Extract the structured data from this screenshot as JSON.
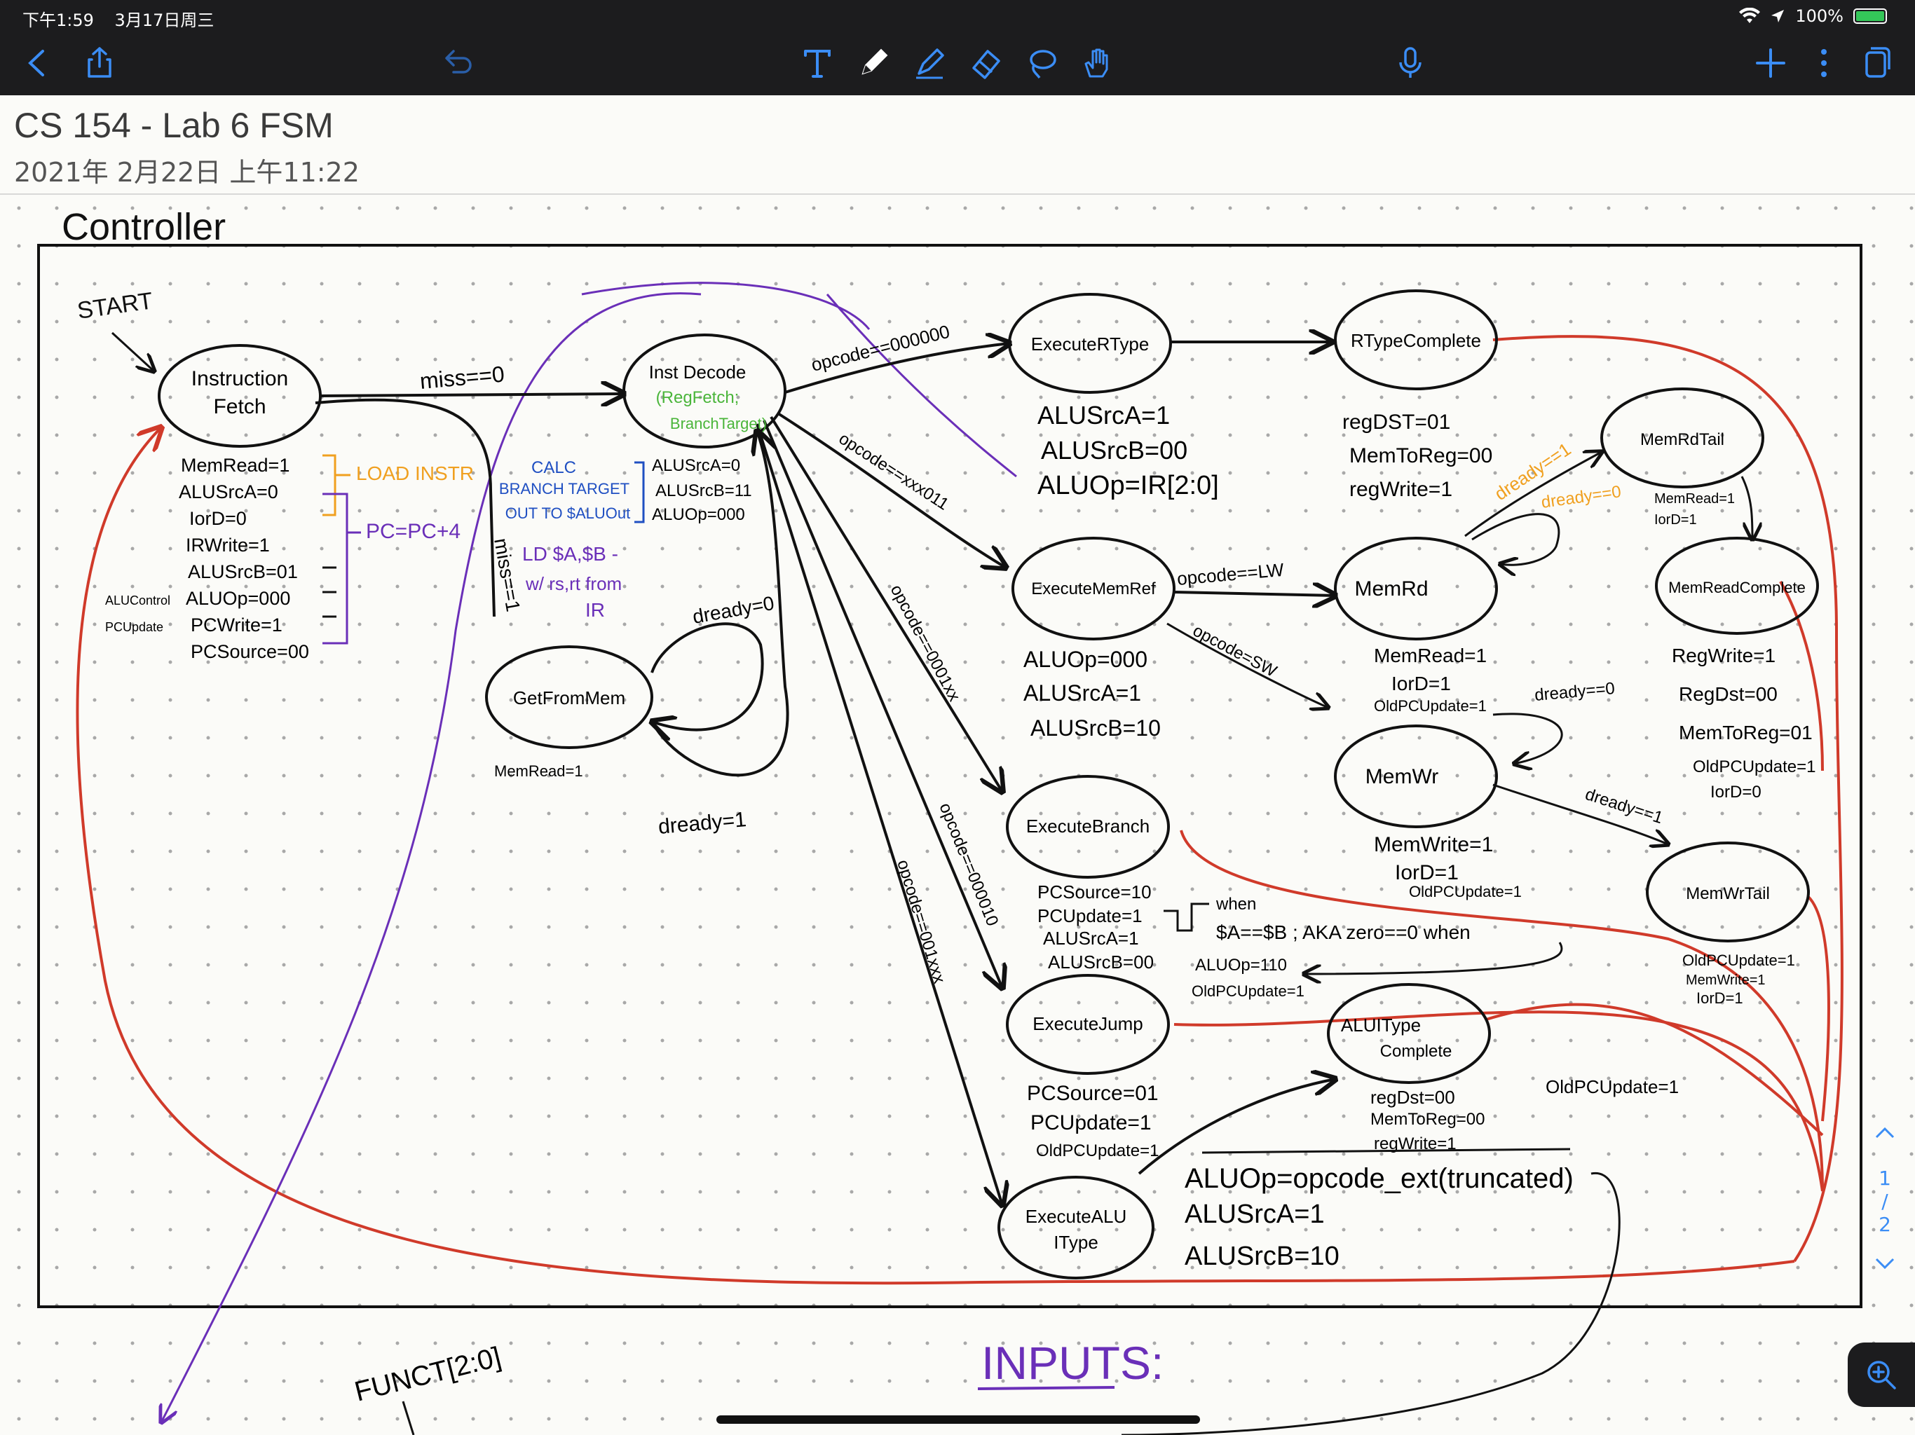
{
  "status": {
    "time": "下午1:59",
    "date": "3月17日周三",
    "battery": "100%"
  },
  "toolbar": {
    "icons": [
      "chevron-left-icon",
      "share-icon",
      "undo-icon",
      "text-tool-icon",
      "pen-icon",
      "highlighter-icon",
      "eraser-icon",
      "lasso-icon",
      "hand-icon",
      "microphone-icon",
      "plus-icon",
      "more-icon",
      "pages-icon"
    ]
  },
  "document": {
    "title": "CS 154 - Lab 6 FSM",
    "date": "2021年 2月22日 上午11:22"
  },
  "colors": {
    "ink": "#111111",
    "purple": "#6a2fb8",
    "orange": "#f0a020",
    "blue": "#1f4fc2",
    "green": "#4ab53a",
    "red": "#d03a2a",
    "accent": "#3b8df5"
  },
  "notes": {
    "heading": "Controller",
    "start": "START",
    "inputs": "INPUTS:",
    "funct": "FUNCT[2:0]",
    "states": {
      "instruction_fetch": [
        "Instruction",
        "Fetch"
      ],
      "inst_decode": "Inst Decode",
      "inst_decode_sub": [
        "(RegFetch;",
        "BranchTarget)"
      ],
      "get_from_mem": "GetFromMem",
      "execute_rtype": "ExecuteRType",
      "rtype_complete": "RTypeComplete",
      "execute_memref": "ExecuteMemRef",
      "mem_rd": "MemRd",
      "mem_rd_tail": "MemRdTail",
      "mem_read_complete": "MemReadComplete",
      "mem_wr": "MemWr",
      "mem_wr_tail": "MemWrTail",
      "execute_branch": "ExecuteBranch",
      "execute_jump": "ExecuteJump",
      "alu_itype_complete": [
        "ALUIType",
        "Complete"
      ],
      "execute_alu_itype": [
        "ExecuteALU",
        "IType"
      ]
    },
    "transitions": {
      "miss_0": "miss==0",
      "miss_1": "miss==1",
      "opcode_rtype": "opcode==000000",
      "opcode_memref": "opcode==xxx011",
      "opcode_branch": "opcode==0001xx",
      "opcode_jump": "opcode==000010",
      "opcode_alui": "opcode==001xxx",
      "dready0_getmem": "dready=0",
      "dready1_getmem": "dready=1",
      "opcode_lw": "opcode==LW",
      "opcode_sw": "opcode=SW",
      "dready1_memrd": "dready==1",
      "dready0_memrd": "dready==0",
      "dready0_memwr": "dready==0",
      "dready1_memwr": "dready==1"
    },
    "fetch_signals": [
      "MemRead=1",
      "ALUSrcA=0",
      "IorD=0",
      "IRWrite=1",
      "ALUSrcB=01",
      "ALUOp=000",
      "PCWrite=1",
      "PCSource=00"
    ],
    "fetch_groups": [
      "ALUControl",
      "PCUpdate"
    ],
    "fetch_load": "LOAD INSTR",
    "fetch_pc": "PC=PC+4",
    "decode_calc": [
      "CALC",
      "BRANCH TARGET",
      "OUT TO $ALUOut"
    ],
    "decode_signals": [
      "ALUSrcA=0",
      "ALUSrcB=11",
      "ALUOp=000"
    ],
    "decode_ld": [
      "LD $A,$B -",
      "w/ rs,rt from",
      "IR"
    ],
    "getmem_signal": "MemRead=1",
    "rtype_signals": [
      "ALUSrcA=1",
      "ALUSrcB=00",
      "ALUOp=IR[2:0]"
    ],
    "rtype_complete_signals": [
      "regDST=01",
      "MemToReg=00",
      "regWrite=1"
    ],
    "memref_signals": [
      "ALUOp=000",
      "ALUSrcA=1",
      "ALUSrcB=10"
    ],
    "memrd_signals": [
      "MemRead=1",
      "IorD=1",
      "OldPCUpdate=1"
    ],
    "memrdtail_signals": [
      "MemRead=1",
      "IorD=1"
    ],
    "memreadcomplete_signals": [
      "RegWrite=1",
      "RegDst=00",
      "MemToReg=01",
      "OldPCUpdate=1",
      "IorD=0"
    ],
    "memwr_signals": [
      "MemWrite=1",
      "IorD=1",
      "OldPCUpdate=1"
    ],
    "memwrtail_signals": [
      "OldPCUpdate=1",
      "MemWrite=1",
      "IorD=1"
    ],
    "branch_signals": [
      "PCSource=10",
      "PCUpdate=1",
      "ALUSrcA=1",
      "ALUSrcB=00"
    ],
    "branch_when": [
      "when",
      "$A==$B ; AKA zero==0 when"
    ],
    "branch_aluop": [
      "ALUOp=110",
      "OldPCUpdate=1"
    ],
    "jump_signals": [
      "PCSource=01",
      "PCUpdate=1",
      "OldPCUpdate=1"
    ],
    "alui_complete_signals": [
      "regDst=00",
      "MemToReg=00",
      "regWrite=1"
    ],
    "alui_complete_old": "OldPCUpdate=1",
    "alui_signals": [
      "ALUOp=opcode_ext(truncated)",
      "ALUSrcA=1",
      "ALUSrcB=10"
    ]
  },
  "pager": {
    "current": "1",
    "separator": "/",
    "total": "2"
  }
}
